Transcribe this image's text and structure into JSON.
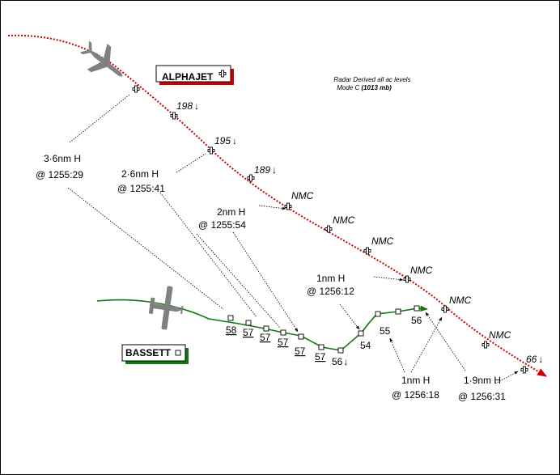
{
  "aircraft": {
    "alphajet": {
      "label": "ALPHAJET",
      "icon": "cross-symbol-icon",
      "color": "#cc0000"
    },
    "bassett": {
      "label": "BASSETT",
      "icon": "square-symbol-icon",
      "color": "#117711"
    }
  },
  "note": {
    "line1": "Radar Derived all ac levels",
    "line2_prefix": "Mode C ",
    "line2_bold": "(1013 mb)"
  },
  "alphajet_levels": [
    "198",
    "195",
    "189",
    "NMC",
    "NMC",
    "NMC",
    "NMC",
    "NMC",
    "NMC",
    "66"
  ],
  "bassett_levels": [
    "58",
    "57",
    "57",
    "57",
    "57",
    "57",
    "56",
    "54",
    "55",
    "56"
  ],
  "separations": [
    {
      "line1": "3·6nm H",
      "line2": "@ 1255:29"
    },
    {
      "line1": "2·6nm H",
      "line2": "@ 1255:41"
    },
    {
      "line1": "2nm H",
      "line2": "@ 1255:54"
    },
    {
      "line1": "1nm H",
      "line2": "@ 1256:12"
    },
    {
      "line1": "1nm H",
      "line2": "@ 1256:18"
    },
    {
      "line1": "1·9nm H",
      "line2": "@ 1256:31"
    }
  ],
  "descending_glyph": "↓"
}
